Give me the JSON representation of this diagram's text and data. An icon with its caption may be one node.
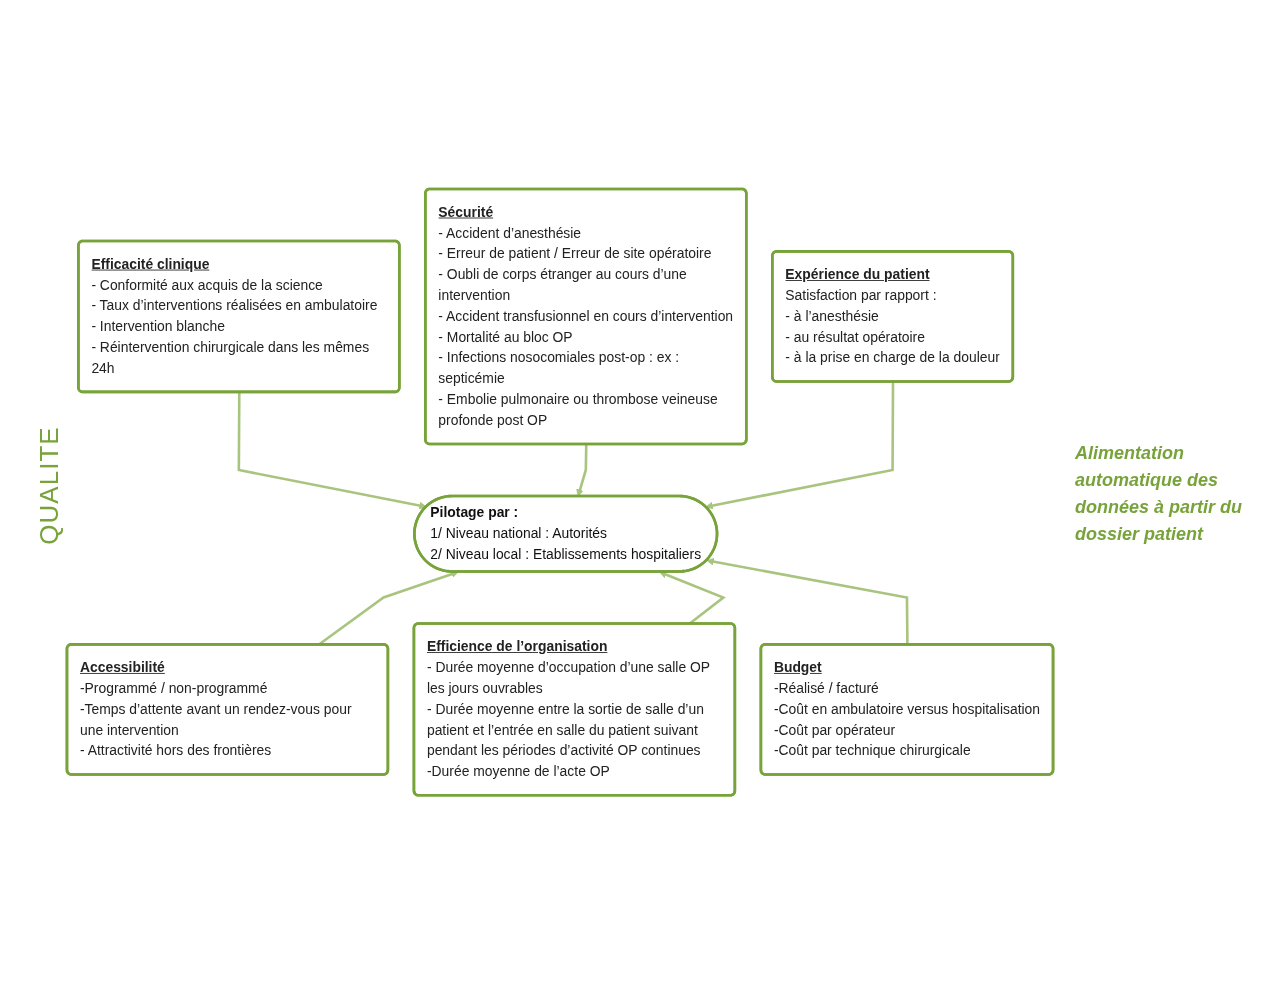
{
  "diagram": {
    "nodes": [
      {
        "text": [
          "Efficacité clinique",
          "- Conformité aux acquis de la science",
          "- Taux d’interventions réalisées en ambulatoire",
          "- Intervention blanche",
          "- Réintervention chirurgicale dans les mêmes 24h"
        ]
      },
      {
        "text": [
          "Sécurité",
          "- Accident d’anesthésie",
          "- Erreur de patient / Erreur de site opératoire",
          "- Oubli de corps étranger au cours d’une intervention",
          "- Accident transfusionnel en cours d’intervention",
          "- Mortalité au bloc OP",
          "- Infections nosocomiales post-op : ex : septicémie",
          "- Embolie pulmonaire ou thrombose veineuse profonde post OP"
        ]
      },
      {
        "text": [
          "Expérience du patient",
          "Satisfaction par rapport :",
          "- à l’anesthésie",
          "- au résultat opératoire",
          "- à la prise en charge de la douleur"
        ]
      },
      {
        "text": [
          "Pilotage par :",
          "1/ Niveau national : Autorités",
          "2/ Niveau local : Etablissements hospitaliers"
        ]
      },
      {
        "text": [
          "Accessibilité",
          "-Programmé / non-programmé",
          "-Temps d’attente avant un rendez-vous pour une intervention",
          "- Attractivité hors des frontières"
        ]
      },
      {
        "text": [
          "Efficience de l’organisation",
          "- Durée moyenne d’occupation d’une salle OP les jours ouvrables",
          "- Durée moyenne entre la sortie de salle d’un patient et l’entrée en salle du patient suivant pendant les périodes d’activité OP continues",
          "-Durée moyenne de l’acte OP"
        ]
      },
      {
        "text": [
          "Budget",
          "-Réalisé / facturé",
          "-Coût en ambulatoire versus hospitalisation",
          "-Coût par opérateur",
          "-Coût par technique chirurgicale"
        ]
      }
    ],
    "edges": [
      {
        "from": 0,
        "to": 3,
        "arrow": "to"
      },
      {
        "from": 1,
        "to": 3,
        "arrow": "to"
      },
      {
        "from": 2,
        "to": 3,
        "arrow": "to"
      },
      {
        "from": 4,
        "to": 3,
        "arrow": "to"
      },
      {
        "from": 5,
        "to": 3,
        "arrow": "to"
      },
      {
        "from": 6,
        "to": 3,
        "arrow": "to"
      }
    ],
    "labels": [
      "QUALITE",
      "Alimentation automatique des données à partir du dossier patient"
    ]
  }
}
